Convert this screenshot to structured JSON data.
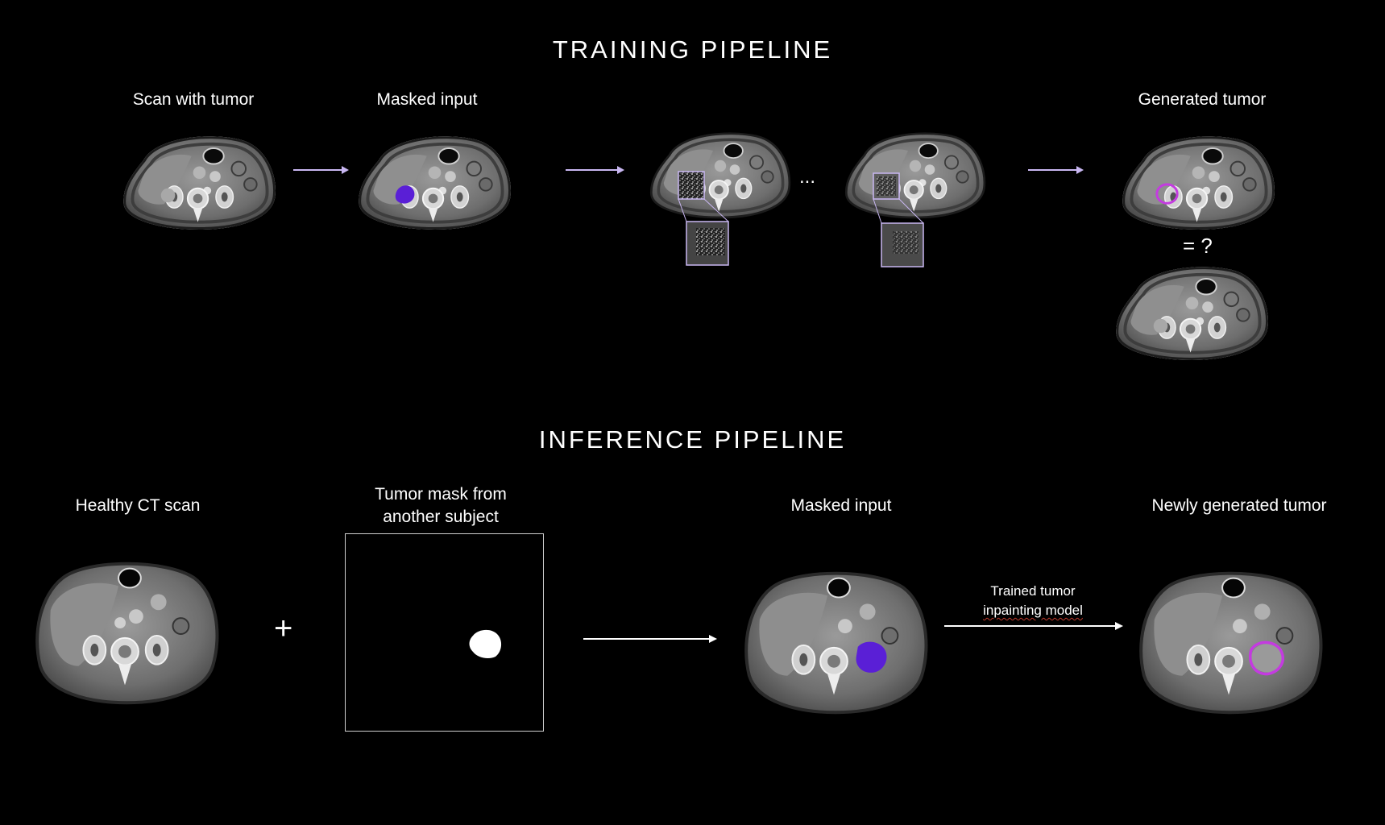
{
  "training": {
    "title": "TRAINING PIPELINE",
    "labels": {
      "scan_with_tumor": "Scan with tumor",
      "masked_input": "Masked input",
      "generated_tumor": "Generated tumor"
    },
    "ellipsis": "...",
    "compare": "= ?"
  },
  "inference": {
    "title": "INFERENCE PIPELINE",
    "labels": {
      "healthy_scan": "Healthy CT scan",
      "tumor_mask_line1": "Tumor mask from",
      "tumor_mask_line2": "another subject",
      "masked_input": "Masked input",
      "new_tumor": "Newly generated tumor"
    },
    "plus": "+",
    "model_line1": "Trained tumor",
    "model_line2": "inpainting model"
  },
  "colors": {
    "background": "#000000",
    "mask_fill": "#5a1fd6",
    "tumor_outline": "#c43be0",
    "arrow_training": "#c9b7f2",
    "arrow_inference": "#ffffff",
    "zoom_box": "#c9b7f2"
  }
}
